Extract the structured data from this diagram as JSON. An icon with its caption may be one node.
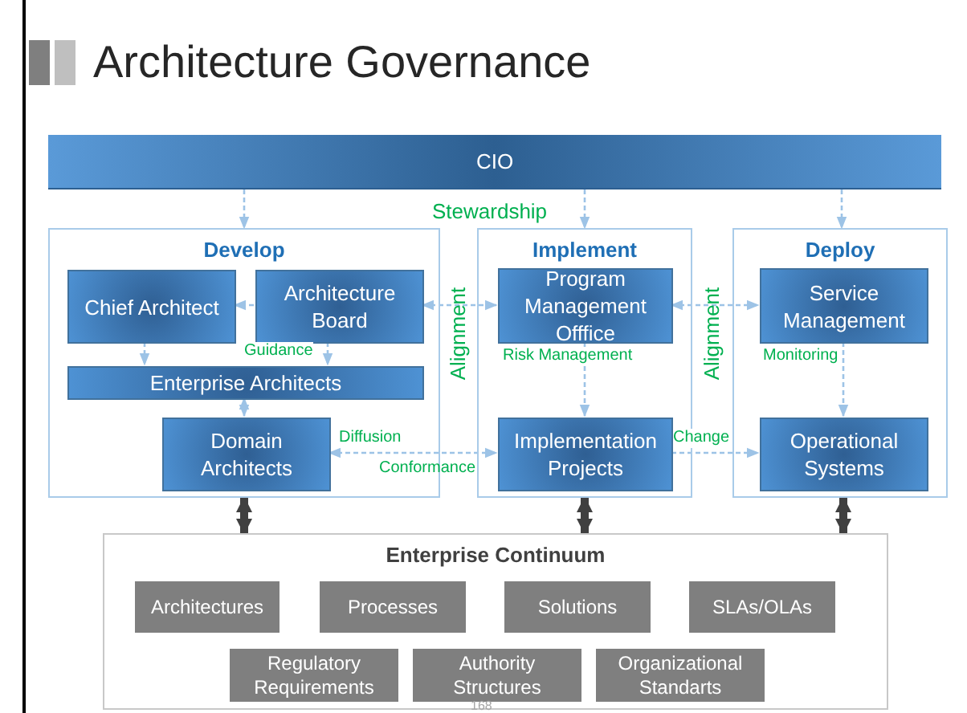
{
  "diagram": {
    "title": "Architecture Governance",
    "nodes": [
      {
        "text": [
          "CIO"
        ]
      },
      {
        "text": [
          "Develop"
        ]
      },
      {
        "text": [
          "Chief Architect"
        ],
        "in": 1
      },
      {
        "text": [
          "Architecture Board"
        ],
        "in": 1
      },
      {
        "text": [
          "Enterprise Architects"
        ],
        "in": 1
      },
      {
        "text": [
          "Domain Architects"
        ],
        "in": 1
      },
      {
        "text": [
          "Implement"
        ]
      },
      {
        "text": [
          "Program Management Offfice"
        ],
        "in": 6
      },
      {
        "text": [
          "Implementation Projects"
        ],
        "in": 6
      },
      {
        "text": [
          "Deploy"
        ]
      },
      {
        "text": [
          "Service Management"
        ],
        "in": 9
      },
      {
        "text": [
          "Operational Systems"
        ],
        "in": 9
      },
      {
        "text": [
          "Enterprise Continuum"
        ]
      },
      {
        "text": [
          "Architectures"
        ],
        "in": 12
      },
      {
        "text": [
          "Processes"
        ],
        "in": 12
      },
      {
        "text": [
          "Solutions"
        ],
        "in": 12
      },
      {
        "text": [
          "SLAs/OLAs"
        ],
        "in": 12
      },
      {
        "text": [
          "Regulatory Requirements"
        ],
        "in": 12
      },
      {
        "text": [
          "Authority Structures"
        ],
        "in": 12
      },
      {
        "text": [
          "Organizational Standarts"
        ],
        "in": 12
      }
    ],
    "edges": [
      {
        "from": 0,
        "to": 1,
        "arrow": "to",
        "style": "dashed"
      },
      {
        "from": 0,
        "to": 6,
        "arrow": "to",
        "style": "dashed"
      },
      {
        "from": 0,
        "to": 9,
        "arrow": "to",
        "style": "dashed"
      },
      {
        "from": 3,
        "to": 2,
        "arrow": "to",
        "style": "dashed"
      },
      {
        "from": 2,
        "to": 4,
        "arrow": "to",
        "style": "dashed"
      },
      {
        "from": 3,
        "to": 4,
        "arrow": "to",
        "style": "dashed",
        "label": "Guidance"
      },
      {
        "from": 4,
        "to": 5,
        "arrow": "both",
        "style": "dashed"
      },
      {
        "from": 3,
        "to": 7,
        "arrow": "both",
        "style": "dashed"
      },
      {
        "from": 7,
        "to": 10,
        "arrow": "both",
        "style": "dashed"
      },
      {
        "from": 7,
        "to": 8,
        "arrow": "to",
        "style": "dashed",
        "label": "Risk Management"
      },
      {
        "from": 10,
        "to": 11,
        "arrow": "to",
        "style": "dashed",
        "label": "Monitoring"
      },
      {
        "from": 5,
        "to": 8,
        "arrow": "both",
        "style": "dashed",
        "label": "Diffusion"
      },
      {
        "from": 8,
        "to": 11,
        "arrow": "to",
        "style": "dashed",
        "label": "Change"
      },
      {
        "from": 1,
        "to": 12,
        "arrow": "both",
        "style": "thick",
        "color": "#404040"
      },
      {
        "from": 6,
        "to": 12,
        "arrow": "both",
        "style": "thick",
        "color": "#404040"
      },
      {
        "from": 9,
        "to": 12,
        "arrow": "both",
        "style": "thick",
        "color": "#404040"
      }
    ],
    "labels": [
      "Stewardship",
      "Alignment",
      "Alignment",
      "Conformance",
      "168"
    ]
  }
}
